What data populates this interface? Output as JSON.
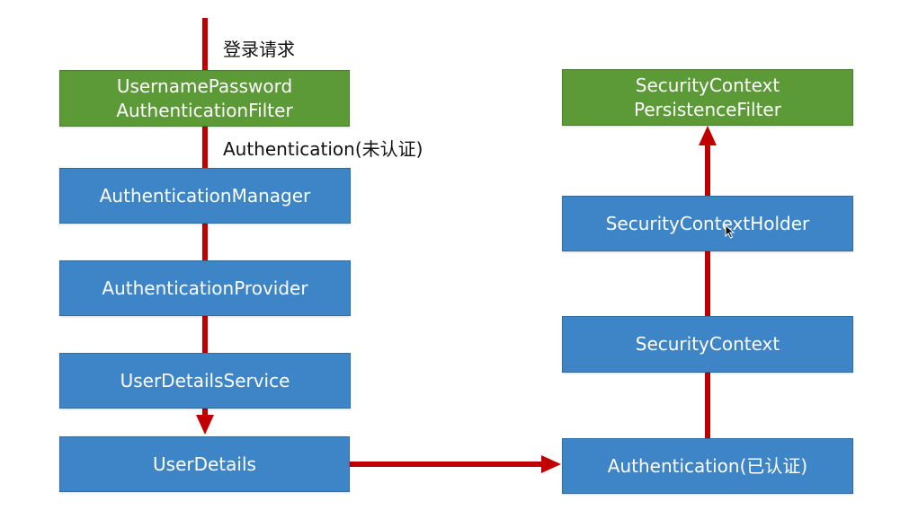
{
  "colors": {
    "green_box": "#5b9a36",
    "blue_box": "#3d85c6",
    "arrow": "#c00000"
  },
  "labels": {
    "login_request": "登录请求",
    "unauthenticated": "Authentication(未认证)"
  },
  "left_column": {
    "filter_line1": "UsernamePassword",
    "filter_line2": "AuthenticationFilter",
    "manager": "AuthenticationManager",
    "provider": "AuthenticationProvider",
    "user_details_service": "UserDetailsService",
    "user_details": "UserDetails"
  },
  "right_column": {
    "persistence_line1": "SecurityContext",
    "persistence_line2": "PersistenceFilter",
    "holder": "SecurityContextHolder",
    "context": "SecurityContext",
    "authenticated": "Authentication(已认证)"
  },
  "icons": [
    "mouse-cursor-icon"
  ]
}
